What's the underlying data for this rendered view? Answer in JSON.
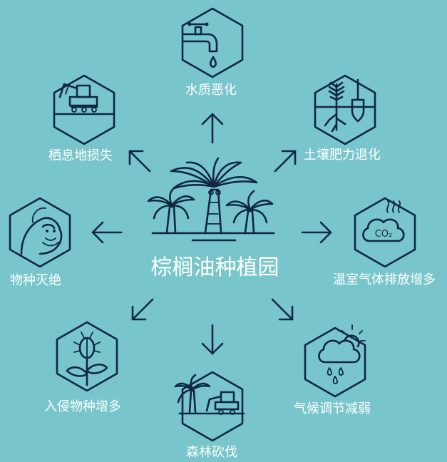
{
  "center": {
    "title": "棕榈油种植园"
  },
  "nodes": [
    {
      "key": "water",
      "label": "水质恶化",
      "icon": "water-tap-icon"
    },
    {
      "key": "soil",
      "label": "土壤肥力退化",
      "icon": "plant-shovel-icon"
    },
    {
      "key": "ghg",
      "label": "温室气体排放增多",
      "icon": "co2-cloud-icon",
      "icon_text": "CO₂"
    },
    {
      "key": "climate",
      "label": "气候调节减弱",
      "icon": "sun-cloud-rain-icon"
    },
    {
      "key": "deforest",
      "label": "森林砍伐",
      "icon": "bulldozer-palm-icon"
    },
    {
      "key": "invasive",
      "label": "入侵物种增多",
      "icon": "beetle-plant-icon"
    },
    {
      "key": "extinction",
      "label": "物种灭绝",
      "icon": "orangutan-icon"
    },
    {
      "key": "habitat",
      "label": "栖息地损失",
      "icon": "excavator-icon"
    }
  ],
  "colors": {
    "background": "#78c6cb",
    "ink": "#0f2742",
    "text": "#ffffff"
  }
}
